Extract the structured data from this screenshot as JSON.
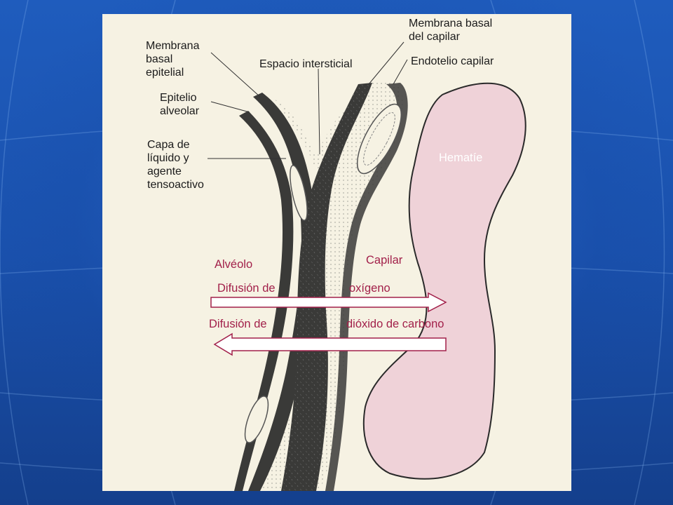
{
  "labels": {
    "membrana_basal_epitelial": "Membrana\nbasal\nepitelial",
    "epitelio_alveolar": "Epitelio\nalveolar",
    "capa_liquido": "Capa de\nlíquido y\nagente\ntensoactivo",
    "espacio_intersticial": "Espacio intersticial",
    "membrana_basal_capilar": "Membrana basal\ndel capilar",
    "endotelio_capilar": "Endotelio capilar",
    "hematie": "Hematíe",
    "alveolo": "Alvéolo",
    "capilar": "Capilar",
    "difusion_de_1": "Difusión de",
    "oxigeno": "oxígeno",
    "difusion_de_2": "Difusión de",
    "dioxido": "dióxido de carbono"
  },
  "colors": {
    "background": "#1a54b0",
    "panel": "#f6f2e3",
    "membrane_dark": "#3a3a38",
    "red_cell": "#efd2d8",
    "label_red": "#a2204a"
  }
}
